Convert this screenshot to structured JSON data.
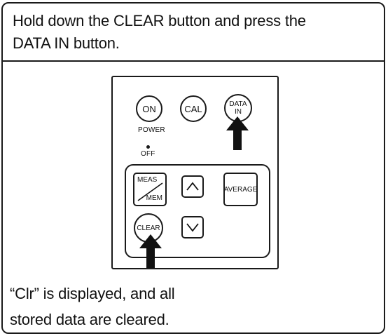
{
  "instruction": {
    "line1": "Hold down the CLEAR button and press the",
    "line2": "DATA IN button."
  },
  "result": {
    "line1": "“Clr” is displayed, and all",
    "line2": "stored data are cleared."
  },
  "panel": {
    "on_label": "ON",
    "power_label": "POWER",
    "off_label": "OFF",
    "cal_label": "CAL",
    "data_in_line1": "DATA",
    "data_in_line2": "IN",
    "meas_label": "MEAS",
    "mem_label": "MEM",
    "average_label": "AVERAGE",
    "clear_label": "CLEAR",
    "up_icon": "chevron-up-icon",
    "down_icon": "chevron-down-icon",
    "pointer_icon": "arrow-up-icon"
  }
}
